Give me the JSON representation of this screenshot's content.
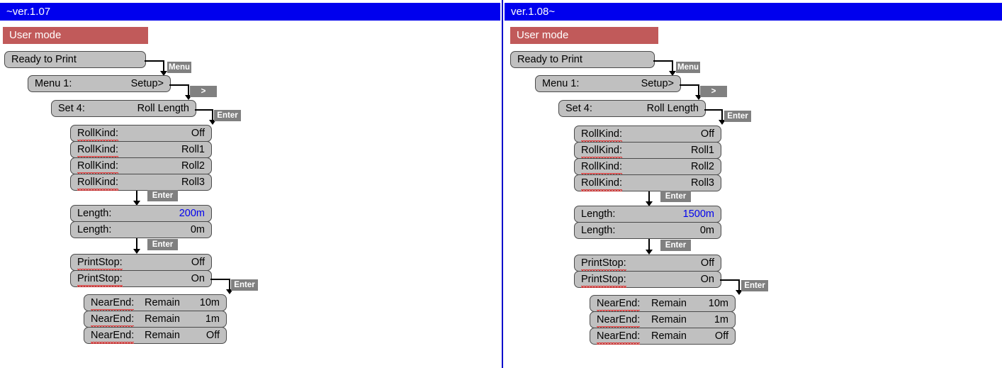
{
  "panels": [
    {
      "version_label": "~ver.1.07",
      "mode_label": "User mode",
      "steps": {
        "ready": "Ready to Print",
        "menu_label": "Menu  1:",
        "menu_value": "Setup>",
        "set_label": "Set  4:",
        "set_value": "Roll Length",
        "rollkind_label": "RollKind:",
        "rollkind_values": [
          "Off",
          "Roll1",
          "Roll2",
          "Roll3"
        ],
        "length_label": "Length:",
        "length_values": [
          "200m",
          "0m"
        ],
        "printstop_label": "PrintStop:",
        "printstop_values": [
          "Off",
          "On"
        ],
        "nearend_label": "NearEnd:",
        "nearend_mid": "Remain",
        "nearend_values": [
          "10m",
          "1m",
          "Off"
        ]
      },
      "keys": {
        "menu": "Menu",
        "right": ">",
        "enter": "Enter"
      }
    },
    {
      "version_label": "ver.1.08~",
      "mode_label": "User mode",
      "steps": {
        "ready": "Ready to Print",
        "menu_label": "Menu  1:",
        "menu_value": "Setup>",
        "set_label": "Set  4:",
        "set_value": "Roll Length",
        "rollkind_label": "RollKind:",
        "rollkind_values": [
          "Off",
          "Roll1",
          "Roll2",
          "Roll3"
        ],
        "length_label": "Length:",
        "length_values": [
          "1500m",
          "0m"
        ],
        "printstop_label": "PrintStop:",
        "printstop_values": [
          "Off",
          "On"
        ],
        "nearend_label": "NearEnd:",
        "nearend_mid": "Remain",
        "nearend_values": [
          "10m",
          "1m",
          "Off"
        ]
      },
      "keys": {
        "menu": "Menu",
        "right": ">",
        "enter": "Enter"
      }
    }
  ],
  "colors": {
    "version_bar": "#0000ee",
    "mode_bar": "#c15a5a",
    "lcd_bg": "#c0c0c0",
    "key_bg": "#808080",
    "highlight_value": "#0000ee",
    "divider": "#0000cc"
  }
}
